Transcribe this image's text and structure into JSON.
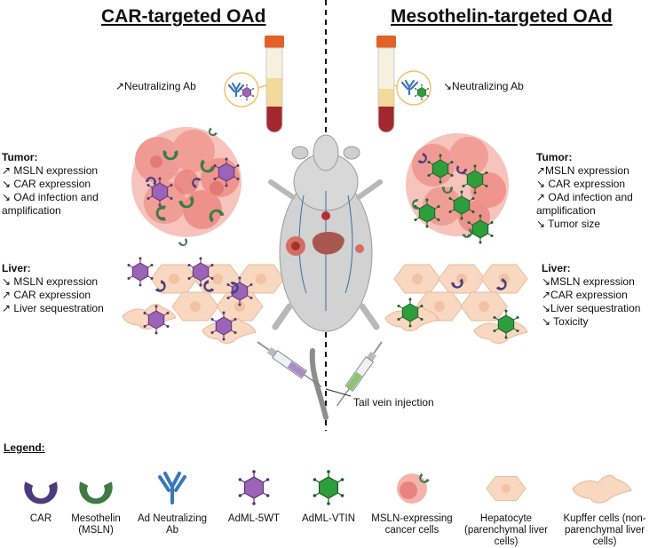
{
  "left": {
    "title": "CAR-targeted OAd",
    "neutralizing": "↗Neutralizing Ab",
    "tumor_heading": "Tumor:",
    "tumor_lines": [
      "↗ MSLN expression",
      "↘ CAR expression",
      "↘ OAd infection and",
      "amplification"
    ],
    "liver_heading": "Liver:",
    "liver_lines": [
      "↘ MSLN expression",
      "↗ CAR expression",
      "↗ Liver sequestration"
    ]
  },
  "right": {
    "title": "Mesothelin-targeted OAd",
    "neutralizing": "↘Neutralizing Ab",
    "tumor_heading": "Tumor:",
    "tumor_lines": [
      "↗MSLN expression",
      "↘ CAR expression",
      "↗ OAd infection and",
      "amplification",
      "↘ Tumor size"
    ],
    "liver_heading": "Liver:",
    "liver_lines": [
      "↘MSLN expression",
      "↗CAR expression",
      "↘Liver sequestration",
      "↘ Toxicity"
    ]
  },
  "injection_label": "Tail vein injection",
  "legend": {
    "title": "Legend:",
    "items": [
      {
        "label": "CAR",
        "icon": "car-receptor-icon",
        "color": "#4a3d7c"
      },
      {
        "label": "Mesothelin\n(MSLN)",
        "icon": "mesothelin-icon",
        "color": "#3f7a45"
      },
      {
        "label": "Ad Neutralizing\nAb",
        "icon": "antibody-icon",
        "color": "#3a78b8"
      },
      {
        "label": "AdML-5WT",
        "icon": "purple-virus-icon",
        "color": "#9b64b8"
      },
      {
        "label": "AdML-VTIN",
        "icon": "green-virus-icon",
        "color": "#2e9e3c"
      },
      {
        "label": "MSLN-expressing\ncancer cells",
        "icon": "cancer-cell-icon",
        "color": "#e9837f"
      },
      {
        "label": "Hepatocyte\n(parenchymal liver\ncells)",
        "icon": "hepatocyte-icon",
        "color": "#f7d3b8"
      },
      {
        "label": "Kupffer cells (non-\nparenchymal liver\ncells)",
        "icon": "kupffer-cell-icon",
        "color": "#f7d3b8"
      }
    ]
  }
}
